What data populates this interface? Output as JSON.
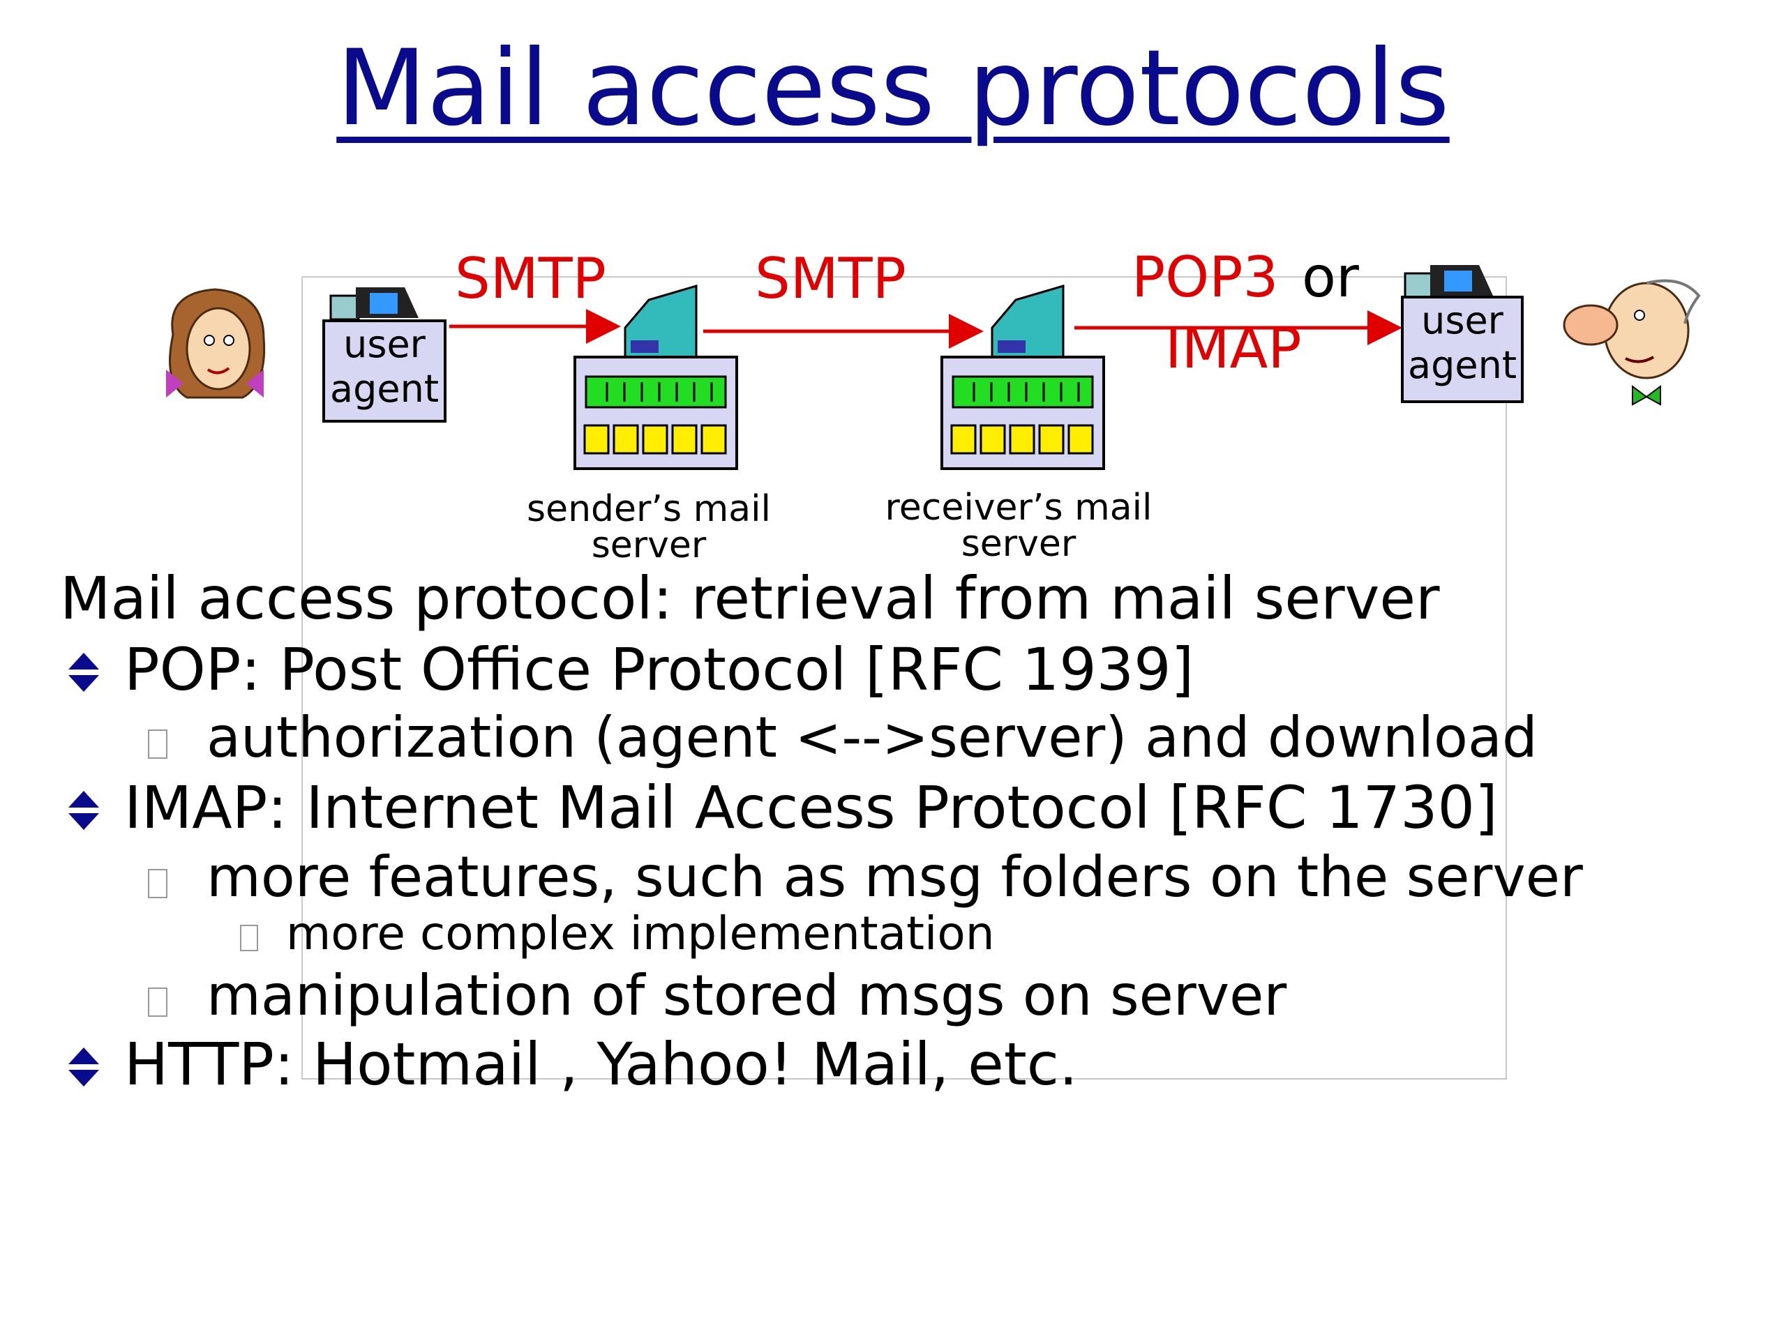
{
  "title": "Mail access protocols",
  "diagram": {
    "left_user_agent": [
      "user",
      "agent"
    ],
    "right_user_agent": [
      "user",
      "agent"
    ],
    "protocol_1": "SMTP",
    "protocol_2": "SMTP",
    "protocol_3_line1": "POP3",
    "protocol_3_or": "or",
    "protocol_3_line2": "IMAP",
    "sender_server_label": [
      "sender’s mail",
      "server"
    ],
    "receiver_server_label": [
      "receiver’s mail",
      "server"
    ]
  },
  "content": {
    "heading": "Mail access protocol: retrieval from mail server",
    "items": [
      {
        "level": 1,
        "text": "POP: Post Office Protocol [RFC 1939]"
      },
      {
        "level": 2,
        "text": "authorization (agent <-->server) and download"
      },
      {
        "level": 1,
        "text": "IMAP: Internet Mail Access Protocol [RFC 1730]"
      },
      {
        "level": 2,
        "text": "more features, such as msg folders on the server"
      },
      {
        "level": 3,
        "text": "more complex implementation"
      },
      {
        "level": 2,
        "text": "manipulation of stored msgs on server"
      },
      {
        "level": 1,
        "text": "HTTP: Hotmail , Yahoo! Mail, etc."
      }
    ]
  },
  "colors": {
    "title": "#0a0a8c",
    "protocol": "#e00000",
    "bullet": "#0a0a8c",
    "user_agent_fill": "#d7d7f3",
    "server_fill": "#d7d7f3",
    "server_display": "#22dd22",
    "server_slots": "#ffee00",
    "tower": "#33bbbb"
  }
}
